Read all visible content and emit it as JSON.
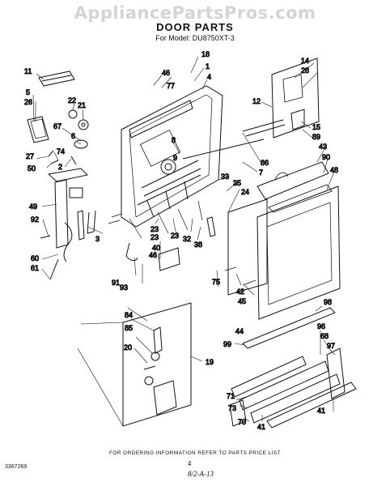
{
  "watermark": "AppliancePartsPros.com",
  "title": "DOOR PARTS",
  "subtitle": "For Model: DU8750XT-3",
  "footer": "FOR ORDERING INFORMATION REFER TO PARTS PRICE LIST",
  "page_number": "4",
  "doc_code": "3367269",
  "date_code": "8/2-A-13",
  "callouts": [
    "11",
    "5",
    "26",
    "22",
    "21",
    "67",
    "6",
    "27",
    "74",
    "50",
    "2",
    "49",
    "92",
    "60",
    "61",
    "3",
    "46",
    "77",
    "18",
    "1",
    "4",
    "8",
    "9",
    "33",
    "35",
    "24",
    "23",
    "32",
    "38",
    "40",
    "91",
    "93",
    "42",
    "45",
    "75",
    "44",
    "14",
    "28",
    "12",
    "15",
    "89",
    "86",
    "7",
    "43",
    "90",
    "48",
    "84",
    "85",
    "20",
    "19",
    "98",
    "99",
    "96",
    "68",
    "97",
    "71",
    "73",
    "70",
    "41"
  ]
}
